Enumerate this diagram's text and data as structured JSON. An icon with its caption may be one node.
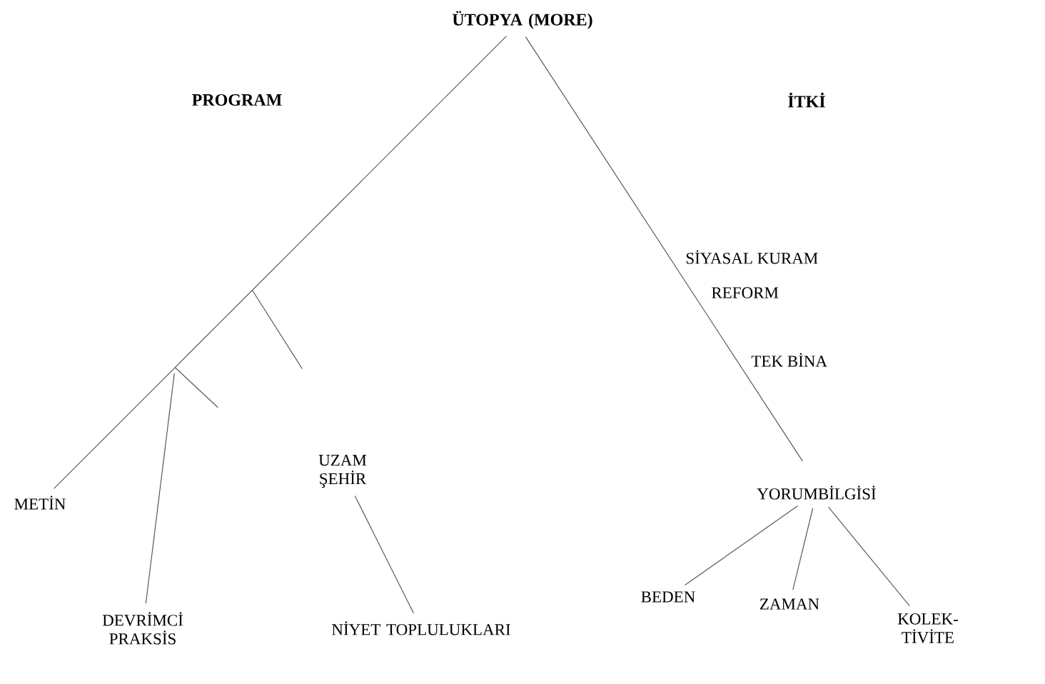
{
  "diagram": {
    "nodes": [
      {
        "text": [
          "ÜTOPYA (MORE)"
        ]
      },
      {
        "text": [
          "METİN"
        ]
      },
      {
        "text": [
          "UZAM ŞEHİR"
        ]
      },
      {
        "text": [
          "YORUMBİLGİSİ"
        ]
      },
      {
        "text": [
          "DEVRİMCİ PRAKSİS"
        ]
      },
      {
        "text": [
          "NİYET TOPLULUKLARI"
        ]
      },
      {
        "text": [
          "BEDEN"
        ]
      },
      {
        "text": [
          "ZAMAN"
        ]
      },
      {
        "text": [
          "KOLEK-TİVİTE"
        ]
      }
    ],
    "edges": [
      {
        "from": 0,
        "to": 1,
        "arrow": "none"
      },
      {
        "from": 0,
        "to": 3,
        "arrow": "none"
      },
      {
        "from": null,
        "to": 4,
        "arrow": "none"
      },
      {
        "from": 2,
        "to": 5,
        "arrow": "none"
      },
      {
        "from": 3,
        "to": 6,
        "arrow": "none"
      },
      {
        "from": 3,
        "to": 7,
        "arrow": "none"
      },
      {
        "from": 3,
        "to": 8,
        "arrow": "none"
      }
    ],
    "labels": [
      "PROGRAM",
      "İTKİ",
      "SİYASAL KURAM",
      "REFORM",
      "TEK BİNA"
    ]
  }
}
